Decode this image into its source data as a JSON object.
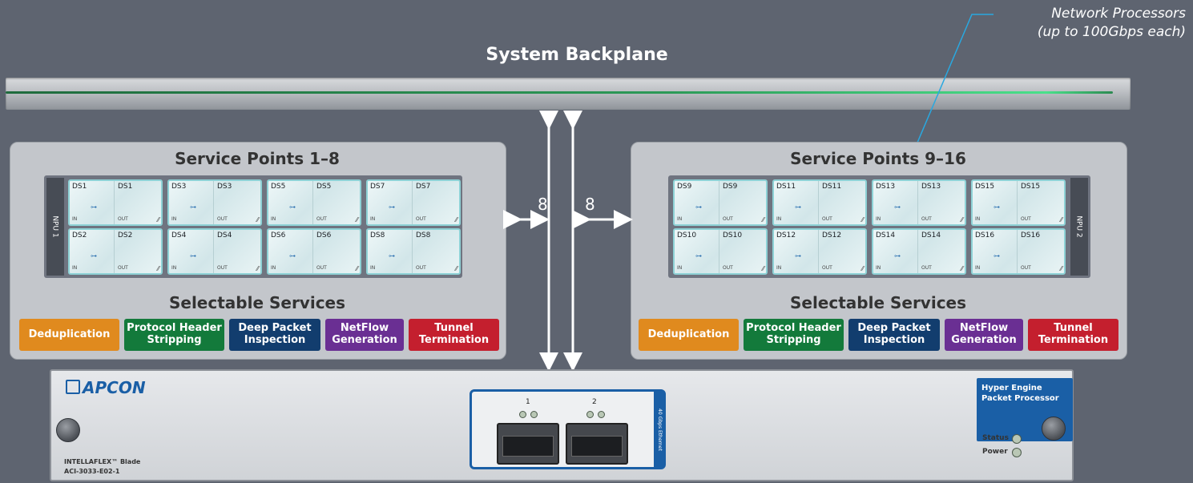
{
  "backplane": {
    "title": "System Backplane"
  },
  "callout": {
    "line1": "Network Processors",
    "line2": "(up to 100Gbps each)"
  },
  "links": {
    "left_count": "8",
    "right_count": "8"
  },
  "left_panel": {
    "title": "Service Points 1–8",
    "npu_label": "NPU 1",
    "rows": [
      [
        "DS1",
        "DS3",
        "DS5",
        "DS7"
      ],
      [
        "DS2",
        "DS4",
        "DS6",
        "DS8"
      ]
    ],
    "services_title": "Selectable Services"
  },
  "right_panel": {
    "title": "Service Points 9–16",
    "npu_label": "NPU 2",
    "rows": [
      [
        "DS9",
        "DS11",
        "DS13",
        "DS15"
      ],
      [
        "DS10",
        "DS12",
        "DS14",
        "DS16"
      ]
    ],
    "services_title": "Selectable Services"
  },
  "slot_labels": {
    "in": "IN",
    "out": "OUT"
  },
  "services": [
    {
      "line1": "Deduplication",
      "line2": "",
      "color": "#e08a1e"
    },
    {
      "line1": "Protocol Header",
      "line2": "Stripping",
      "color": "#137a3b"
    },
    {
      "line1": "Deep Packet",
      "line2": "Inspection",
      "color": "#123d6e"
    },
    {
      "line1": "NetFlow",
      "line2": "Generation",
      "color": "#6a2f93"
    },
    {
      "line1": "Tunnel",
      "line2": "Termination",
      "color": "#c41f2e"
    }
  ],
  "device": {
    "brand": "APCON",
    "model_name": "INTELLAFLEX™ Blade",
    "model_number": "ACI-3033-E02-1",
    "port_1": "1",
    "port_2": "2",
    "ports_side_label": "40 Gbps Ethernet",
    "engine_line1": "Hyper Engine",
    "engine_line2": "Packet Processor",
    "status_label": "Status",
    "power_label": "Power"
  },
  "colors": {
    "background": "#5e6470",
    "callout_line": "#29a8e0",
    "blue": "#1a5fa6"
  }
}
